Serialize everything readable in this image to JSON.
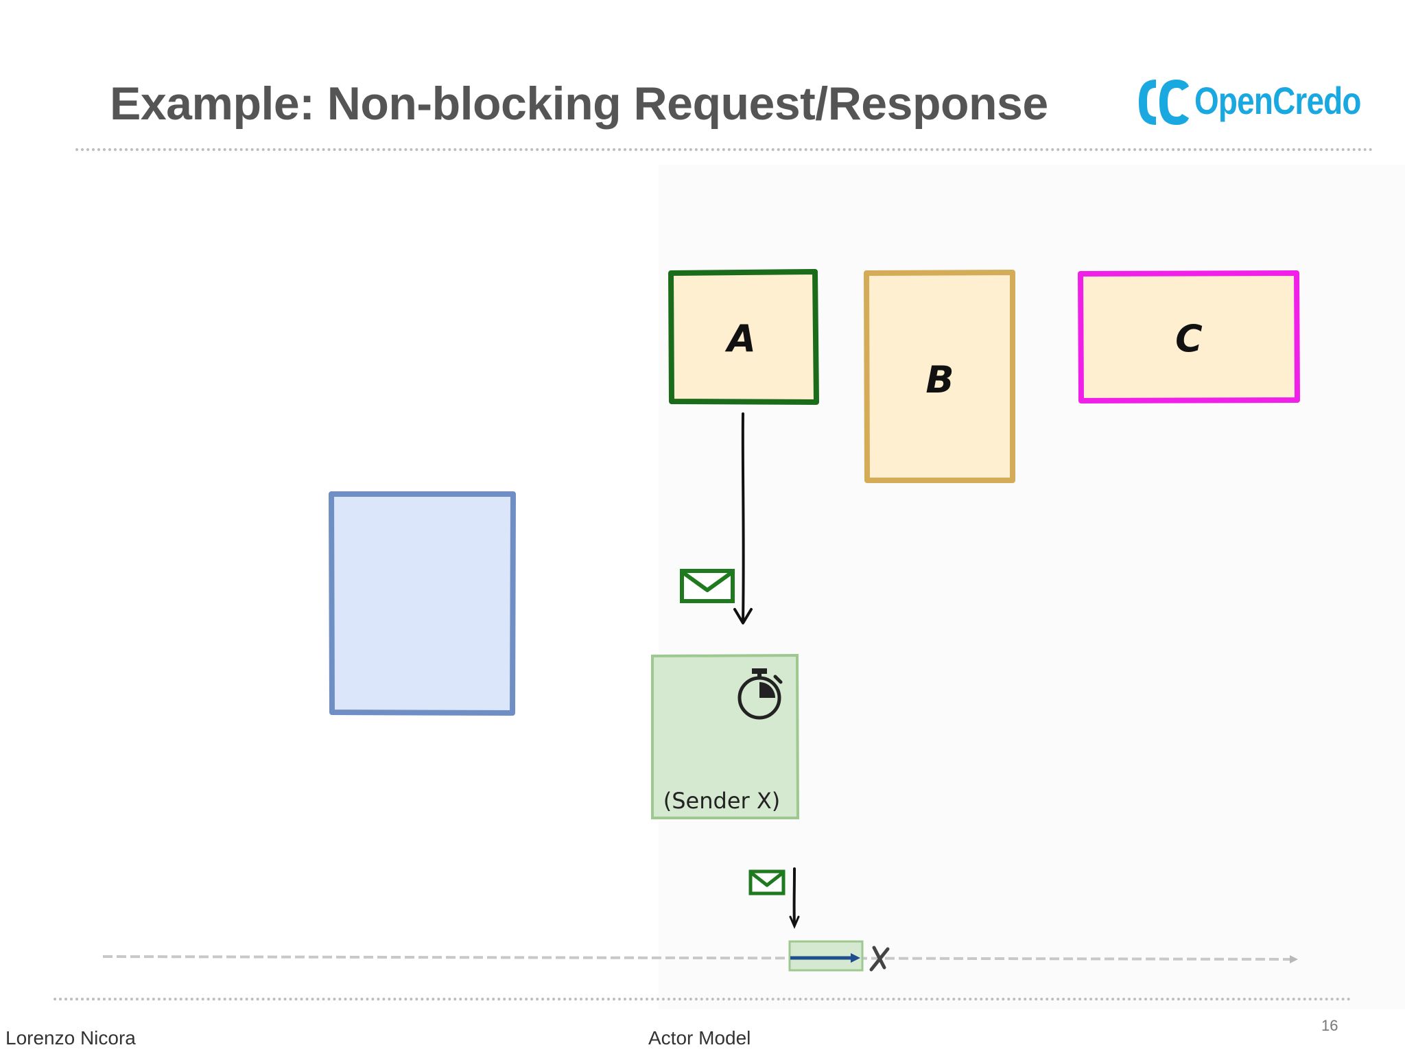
{
  "slide": {
    "title": "Example: Non-blocking Request/Response",
    "logo_text": "OpenCredo"
  },
  "diagram": {
    "actors": [
      {
        "id": "A",
        "label": "A",
        "border": "#1a6b1a",
        "fill": "#fdefcf"
      },
      {
        "id": "B",
        "label": "B",
        "border": "#d4ab57",
        "fill": "#fdefcf"
      },
      {
        "id": "C",
        "label": "C",
        "border": "#f020e8",
        "fill": "#fdefcf"
      },
      {
        "id": "blue-actor",
        "label": "",
        "border": "#6f8fc4",
        "fill": "#dbe6fb"
      }
    ],
    "temp_actor": {
      "label": "(Sender X)",
      "border": "#9dc88f",
      "fill": "#d5e8d0"
    },
    "colors": {
      "message": "#1f7a1f",
      "arrow": "#111111",
      "timeline": "#c8c8c8",
      "timeline_arrow": "#1e4e8c",
      "stop_mark": "#444444"
    },
    "icons": [
      "envelope-icon",
      "stopwatch-icon",
      "x-mark-icon"
    ]
  },
  "footer": {
    "author": "Lorenzo Nicora",
    "topic": "Actor Model",
    "page_number": "16"
  }
}
